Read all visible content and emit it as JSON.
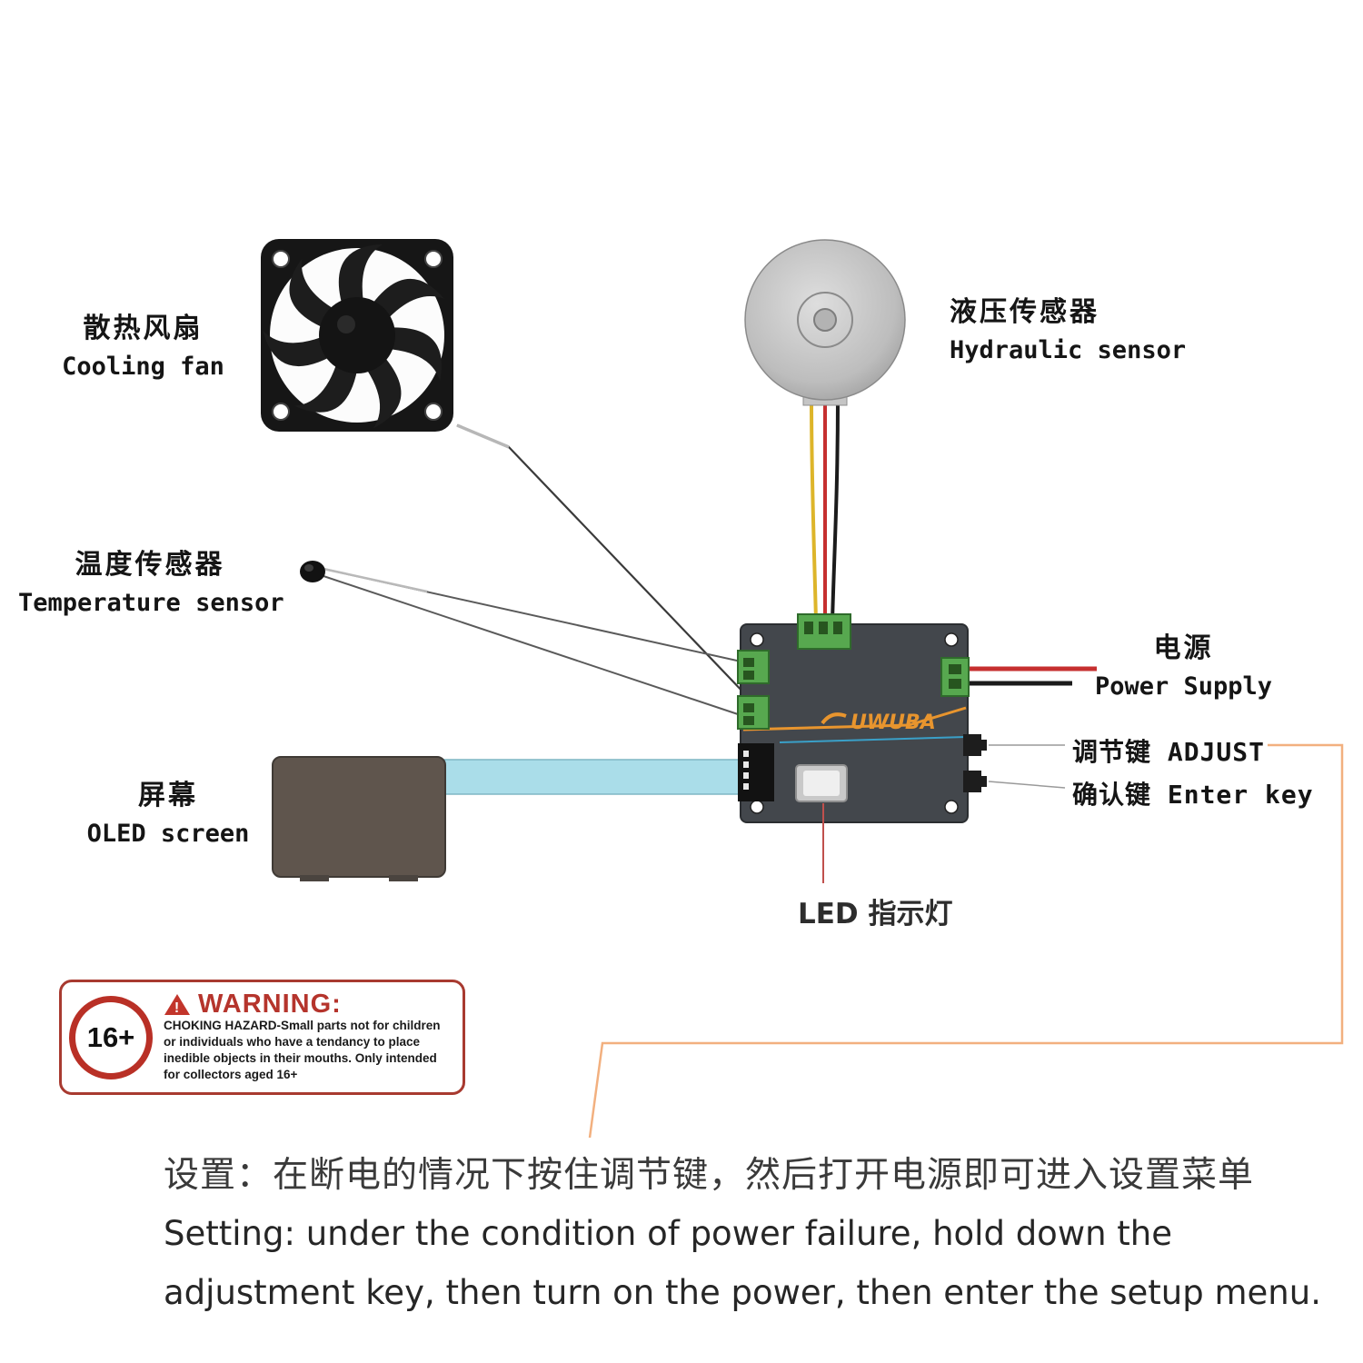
{
  "labels": {
    "cooling_fan_zh": "散热风扇",
    "cooling_fan_en": "Cooling fan",
    "temp_sensor_zh": "温度传感器",
    "temp_sensor_en": "Temperature sensor",
    "hydraulic_zh": "液压传感器",
    "hydraulic_en": "Hydraulic sensor",
    "power_zh": "电源",
    "power_en": "Power Supply",
    "adjust_key": "调节键 ADJUST",
    "enter_key": "确认键 Enter key",
    "screen_zh": "屏幕",
    "screen_en": "OLED screen",
    "led": "LED 指示灯",
    "board_logo": "UWUBA"
  },
  "warning": {
    "age_badge": "16+",
    "title": "WARNING:",
    "lines": [
      "CHOKING HAZARD-Small parts not for children",
      "or individuals who have a tendancy to place",
      "inedible objects in their mouths. Only intended",
      "for collectors aged 16+"
    ]
  },
  "instructions": {
    "zh": "设置：在断电的情况下按住调节键，然后打开电源即可进入设置菜单",
    "en_line1": "Setting: under the condition of power failure, hold down the",
    "en_line2": "adjustment key, then turn on the power, then enter the setup menu."
  },
  "colors": {
    "board": "#43474c",
    "connector_green": "#57a84f",
    "wire_red": "#c62f2f",
    "wire_yellow": "#ddb52a",
    "wire_black": "#1b1b1b",
    "ribbon_cyan": "#aadde9",
    "callout_orange": "#f2b07f",
    "logo_orange": "#e8952e",
    "warning_red": "#b5342c"
  }
}
